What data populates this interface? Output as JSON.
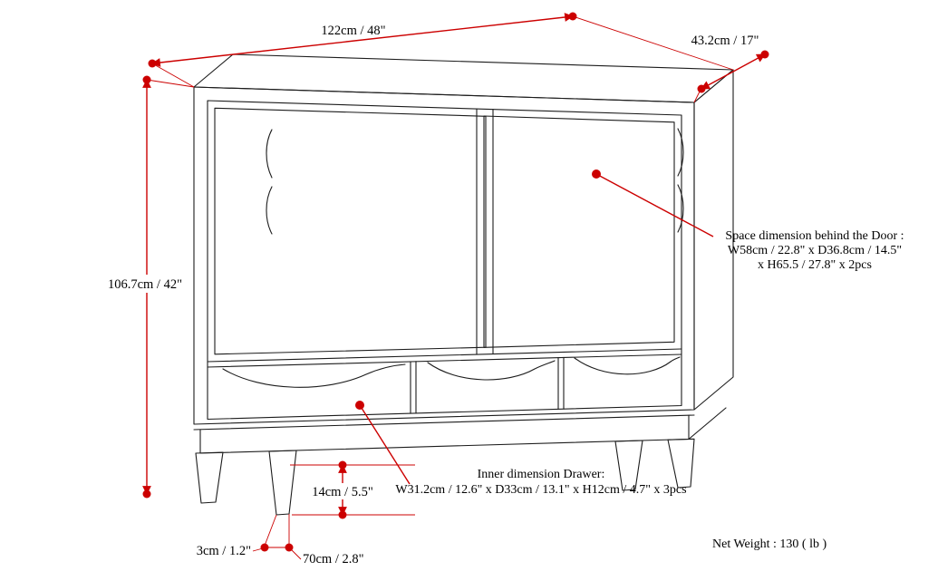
{
  "diagram": {
    "colors": {
      "dimension_red": "#cc0000",
      "line_black": "#1c1c1c",
      "background": "#ffffff"
    },
    "dimensions": {
      "width": "122cm / 48\"",
      "depth": "43.2cm / 17\"",
      "height": "106.7cm / 42\"",
      "leg_height": "14cm / 5.5\"",
      "leg_bottom_width": "3cm / 1.2\"",
      "leg_top_width": "70cm / 2.8\""
    },
    "annotations": {
      "door_space": {
        "lines": [
          "Space dimension behind the Door :",
          "W58cm / 22.8\" x D36.8cm / 14.5\"",
          "x H65.5 / 27.8\" x 2pcs"
        ]
      },
      "drawer": {
        "lines": [
          "Inner dimension Drawer:",
          "W31.2cm / 12.6\" x D33cm / 13.1\" x H12cm / 4.7\" x 3pcs"
        ]
      },
      "net_weight": "Net Weight : 130 ( lb )"
    }
  }
}
